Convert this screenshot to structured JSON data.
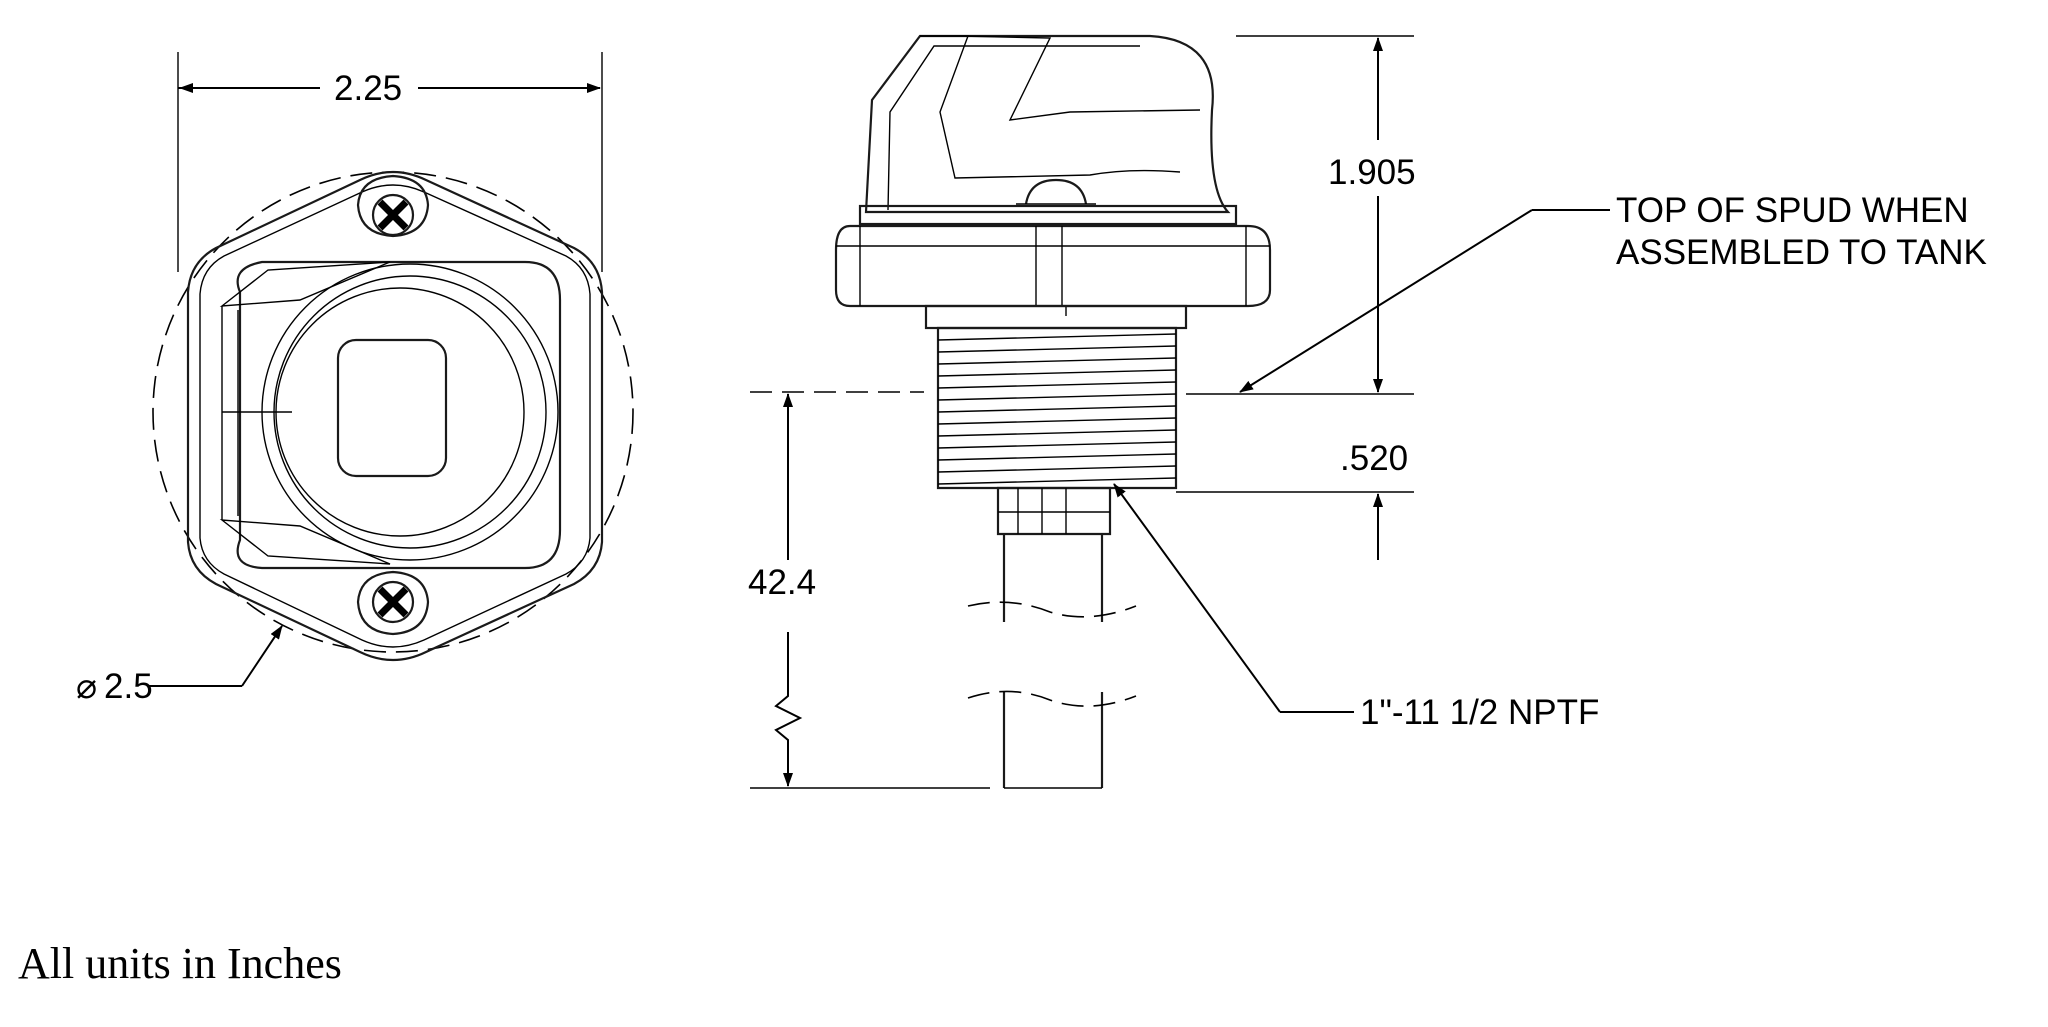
{
  "dimensions": {
    "width": "2.25",
    "diameter_symbol": "⌀",
    "diameter": "2.5",
    "height": "1.905",
    "thread_length": ".520",
    "tube_length": "42.4"
  },
  "callouts": {
    "spud_line1": "TOP OF SPUD WHEN",
    "spud_line2": "ASSEMBLED TO TANK",
    "thread": "1\"-11 1/2 NPTF"
  },
  "footer": {
    "units_note": "All units in Inches"
  }
}
